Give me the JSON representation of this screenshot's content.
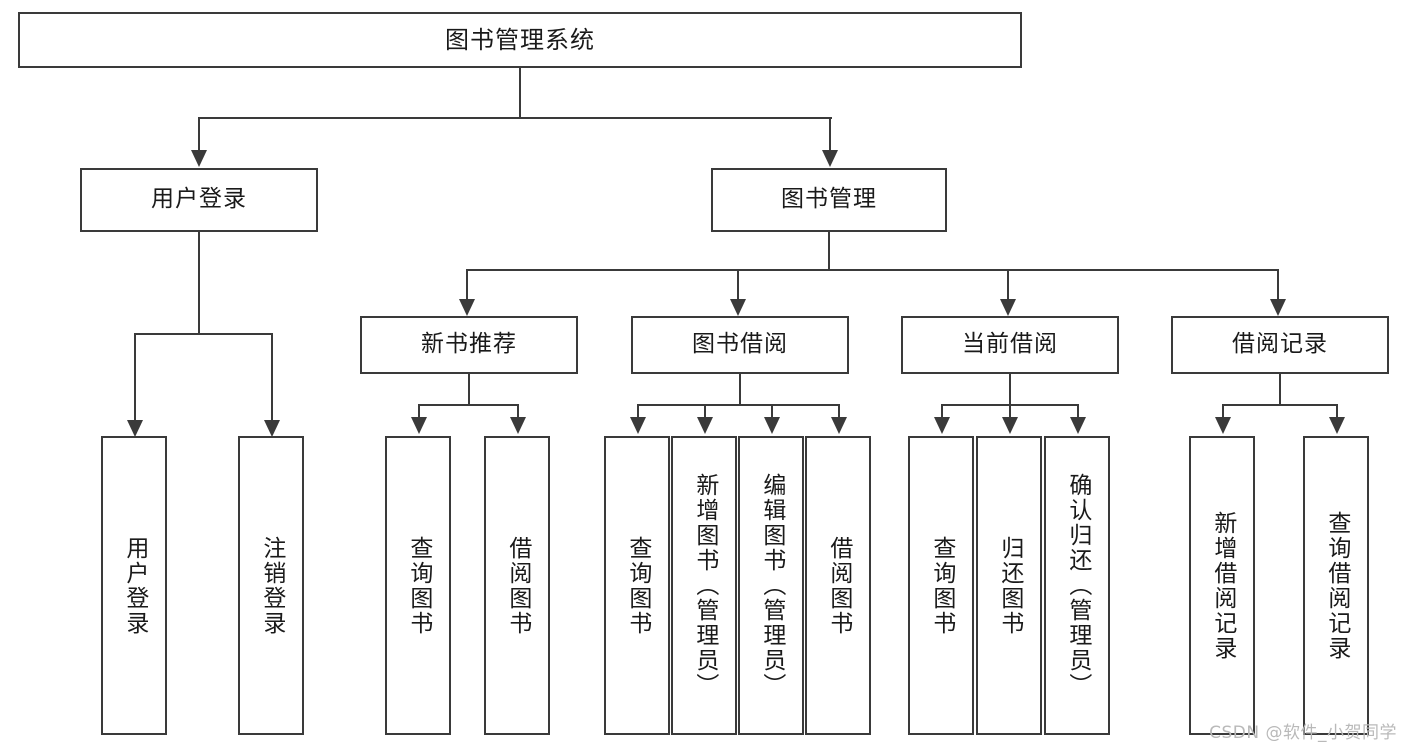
{
  "diagram": {
    "type": "tree",
    "title_node": "图书管理系统",
    "watermark": "CSDN @软件_小贺同学",
    "colors": {
      "stroke": "#3a3a3a",
      "fill": "#ffffff",
      "text": "#1a1a1a",
      "watermark": "#b9b9b9"
    },
    "levels": {
      "level1": [
        "图书管理系统"
      ],
      "level2": [
        "用户登录",
        "图书管理"
      ],
      "level3": [
        "新书推荐",
        "图书借阅",
        "当前借阅",
        "借阅记录"
      ],
      "level4": [
        "用户登录",
        "注销登录",
        "查询图书",
        "借阅图书",
        "查询图书",
        "新增图书（管理员）",
        "编辑图书（管理员）",
        "借阅图书",
        "查询图书",
        "归还图书",
        "确认归还（管理员）",
        "新增借阅记录",
        "查询借阅记录"
      ]
    },
    "nodes": {
      "root": {
        "label": "图书管理系统"
      },
      "user_login": {
        "label": "用户登录"
      },
      "book_manage": {
        "label": "图书管理"
      },
      "new_book_rec": {
        "label": "新书推荐"
      },
      "book_borrow": {
        "label": "图书借阅"
      },
      "current_borrow": {
        "label": "当前借阅"
      },
      "borrow_record": {
        "label": "借阅记录"
      },
      "leaf_user_login": {
        "label": "用户登录"
      },
      "leaf_user_logout": {
        "label": "注销登录"
      },
      "leaf_rec_query": {
        "label": "查询图书"
      },
      "leaf_rec_borrow": {
        "label": "借阅图书"
      },
      "leaf_borrow_query": {
        "label": "查询图书"
      },
      "leaf_borrow_add": {
        "label": "新增图书（管理员）"
      },
      "leaf_borrow_edit": {
        "label": "编辑图书（管理员）"
      },
      "leaf_borrow_do": {
        "label": "借阅图书"
      },
      "leaf_cur_query": {
        "label": "查询图书"
      },
      "leaf_cur_return": {
        "label": "归还图书"
      },
      "leaf_cur_confirm": {
        "label": "确认归还（管理员）"
      },
      "leaf_rec_add": {
        "label": "新增借阅记录"
      },
      "leaf_rec_search": {
        "label": "查询借阅记录"
      }
    }
  }
}
